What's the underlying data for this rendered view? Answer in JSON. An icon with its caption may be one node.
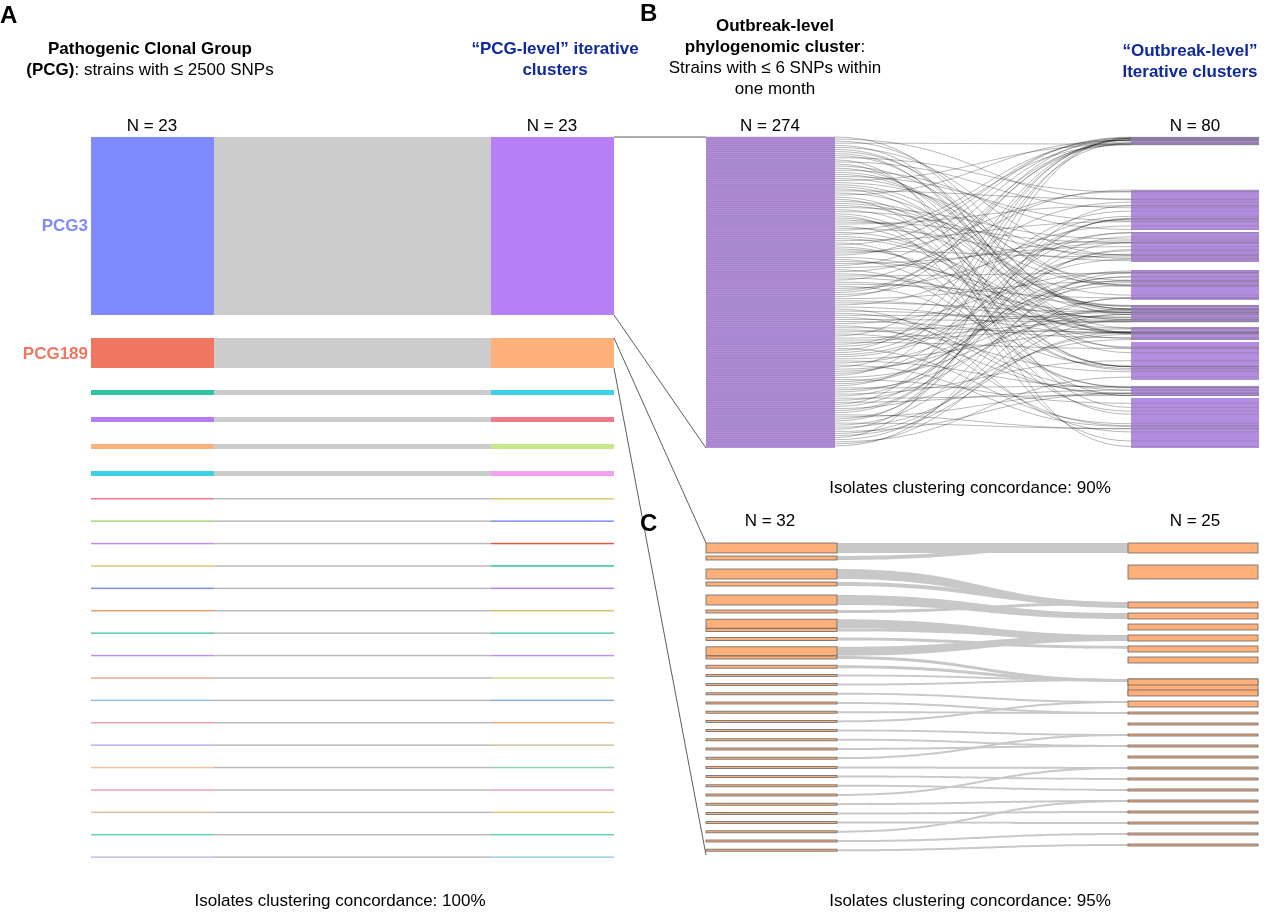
{
  "diagram": {
    "labels": [
      "A",
      "**Pathogenic Clonal Group (PCG)**: strains with ≤ 2500 SNPs",
      "“PCG-level” iterative clusters",
      "N = 23",
      "N = 23",
      "PCG3",
      "PCG189",
      "B",
      "**Outbreak-level phylogenomic cluster**: Strains  with ≤ 6 SNPs within one month",
      "“Outbreak-level” Iterative clusters",
      "N = 274",
      "N = 80",
      "Isolates clustering concordance:  90%",
      "C",
      "N = 32",
      "N = 25",
      "Isolates clustering concordance: 100%",
      "Isolates clustering concordance: 95%"
    ]
  }
}
